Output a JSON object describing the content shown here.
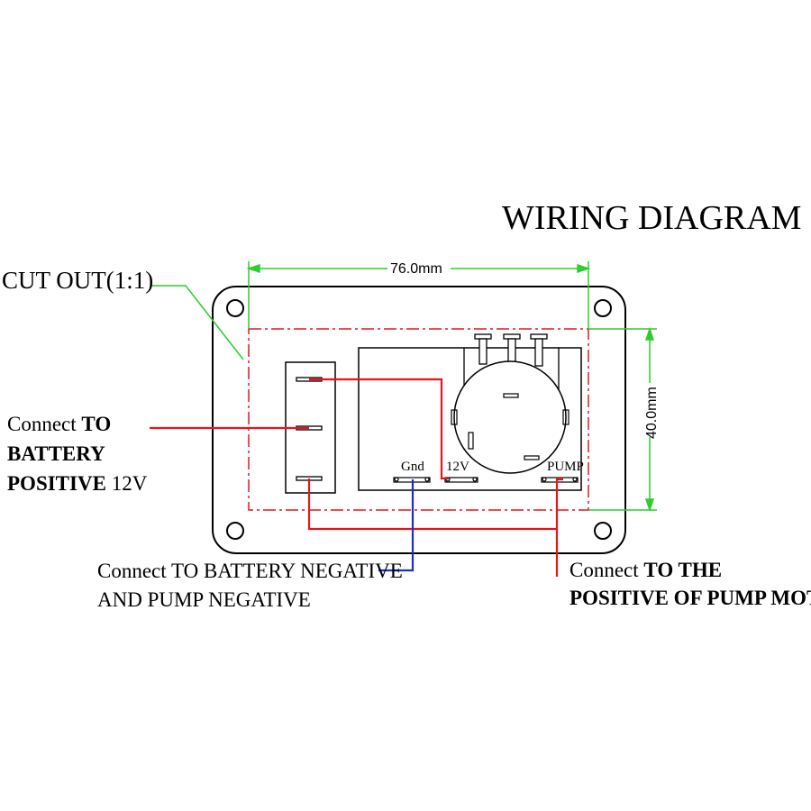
{
  "title": "WIRING DIAGRAM",
  "cutout_label": "CUT OUT(1:1)",
  "dimensions": {
    "width": "76.0mm",
    "height": "40.0mm"
  },
  "terminals": {
    "gnd": "Gnd",
    "v12": "12V",
    "pump": "PUMP"
  },
  "notes": {
    "battery_positive": {
      "line1_a": "Connect",
      "line1_b": "TO",
      "line2": "BATTERY",
      "line3_a": "POSITIVE",
      "line3_b": "12V"
    },
    "battery_negative": {
      "line1": "Connect TO BATTERY NEGATIVE",
      "line2": "AND PUMP NEGATIVE"
    },
    "pump_motor": {
      "line1_a": "Connect",
      "line1_b": "TO  THE",
      "line2": "POSITIVE OF PUMP MOTOR"
    }
  },
  "colors": {
    "outline": "#000000",
    "positive_wire": "#e8141c",
    "negative_wire": "#1a2fc8",
    "dimension": "#2ecc2e",
    "cutout": "#e8141c"
  }
}
